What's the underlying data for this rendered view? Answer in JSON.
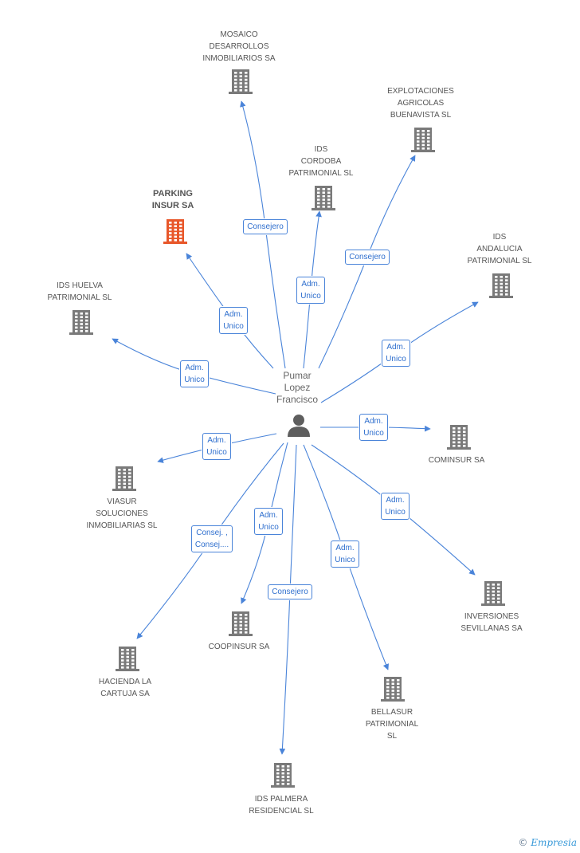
{
  "center": {
    "name": "Pumar\nLopez\nFrancisco"
  },
  "colors": {
    "edge": "#4a84d9",
    "building": "#7a7a7a",
    "highlight": "#e8572a",
    "person": "#5e5e5e"
  },
  "nodes": [
    {
      "id": "mosaico",
      "label": "MOSAICO\nDESARROLLOS\nINMOBILIARIOS SA",
      "highlight": false
    },
    {
      "id": "explotaciones",
      "label": "EXPLOTACIONES\nAGRICOLAS\nBUENAVISTA SL",
      "highlight": false
    },
    {
      "id": "ids_cordoba",
      "label": "IDS\nCORDOBA\nPATRIMONIAL SL",
      "highlight": false
    },
    {
      "id": "parking",
      "label": "PARKING\nINSUR SA",
      "highlight": true
    },
    {
      "id": "ids_andalucia",
      "label": "IDS\nANDALUCIA\nPATRIMONIAL SL",
      "highlight": false
    },
    {
      "id": "ids_huelva",
      "label": "IDS HUELVA\nPATRIMONIAL SL",
      "highlight": false
    },
    {
      "id": "cominsur",
      "label": "COMINSUR SA",
      "highlight": false
    },
    {
      "id": "viasur",
      "label": "VIASUR\nSOLUCIONES\nINMOBILIARIAS SL",
      "highlight": false
    },
    {
      "id": "inversiones",
      "label": "INVERSIONES\nSEVILLANAS SA",
      "highlight": false
    },
    {
      "id": "coopinsur",
      "label": "COOPINSUR SA",
      "highlight": false
    },
    {
      "id": "hacienda",
      "label": "HACIENDA LA\nCARTUJA SA",
      "highlight": false
    },
    {
      "id": "bellasur",
      "label": "BELLASUR\nPATRIMONIAL\nSL",
      "highlight": false
    },
    {
      "id": "ids_palmera",
      "label": "IDS PALMERA\nRESIDENCIAL  SL",
      "highlight": false
    }
  ],
  "edges": [
    {
      "to": "mosaico",
      "label": "Consejero"
    },
    {
      "to": "explotaciones",
      "label": "Consejero"
    },
    {
      "to": "ids_cordoba",
      "label": "Adm.\nUnico"
    },
    {
      "to": "parking",
      "label": "Adm.\nUnico"
    },
    {
      "to": "ids_andalucia",
      "label": "Adm.\nUnico"
    },
    {
      "to": "ids_huelva",
      "label": "Adm.\nUnico"
    },
    {
      "to": "cominsur",
      "label": "Adm.\nUnico"
    },
    {
      "to": "viasur",
      "label": "Adm.\nUnico"
    },
    {
      "to": "inversiones",
      "label": "Adm.\nUnico"
    },
    {
      "to": "coopinsur",
      "label": "Adm.\nUnico"
    },
    {
      "to": "hacienda",
      "label": "Consej. ,\nConsej...."
    },
    {
      "to": "bellasur",
      "label": "Adm.\nUnico"
    },
    {
      "to": "ids_palmera",
      "label": "Consejero"
    }
  ],
  "watermark": {
    "symbol": "©",
    "text": "Empresia"
  }
}
